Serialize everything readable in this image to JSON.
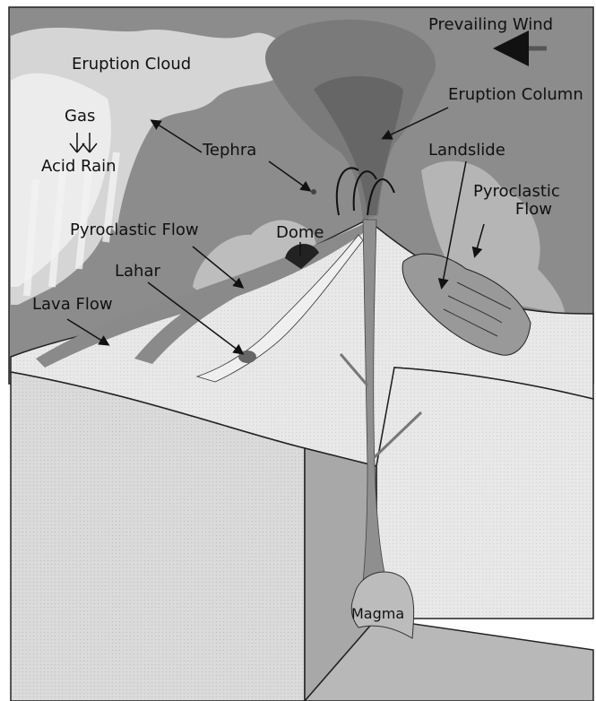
{
  "labels": {
    "prevailing_wind": "Prevailing Wind",
    "eruption_cloud": "Eruption Cloud",
    "gas": "Gas",
    "acid_rain": "Acid Rain",
    "eruption_column": "Eruption Column",
    "tephra": "Tephra",
    "landslide": "Landslide",
    "pyroclastic_flow_right_line1": "Pyroclastic",
    "pyroclastic_flow_right_line2": "Flow",
    "pyroclastic_flow_left": "Pyroclastic Flow",
    "dome": "Dome",
    "lahar": "Lahar",
    "lava_flow": "Lava Flow",
    "magma": "Magma"
  },
  "colors": {
    "sky": "#8a8a8a",
    "cloud": "#c8c8c8",
    "column": "#777777",
    "ground": "#dcdcdc",
    "crust_front": "#d3d3d3",
    "crust_side": "#aaaaaa",
    "conduit": "#8c8c8c",
    "outline": "#222222"
  }
}
